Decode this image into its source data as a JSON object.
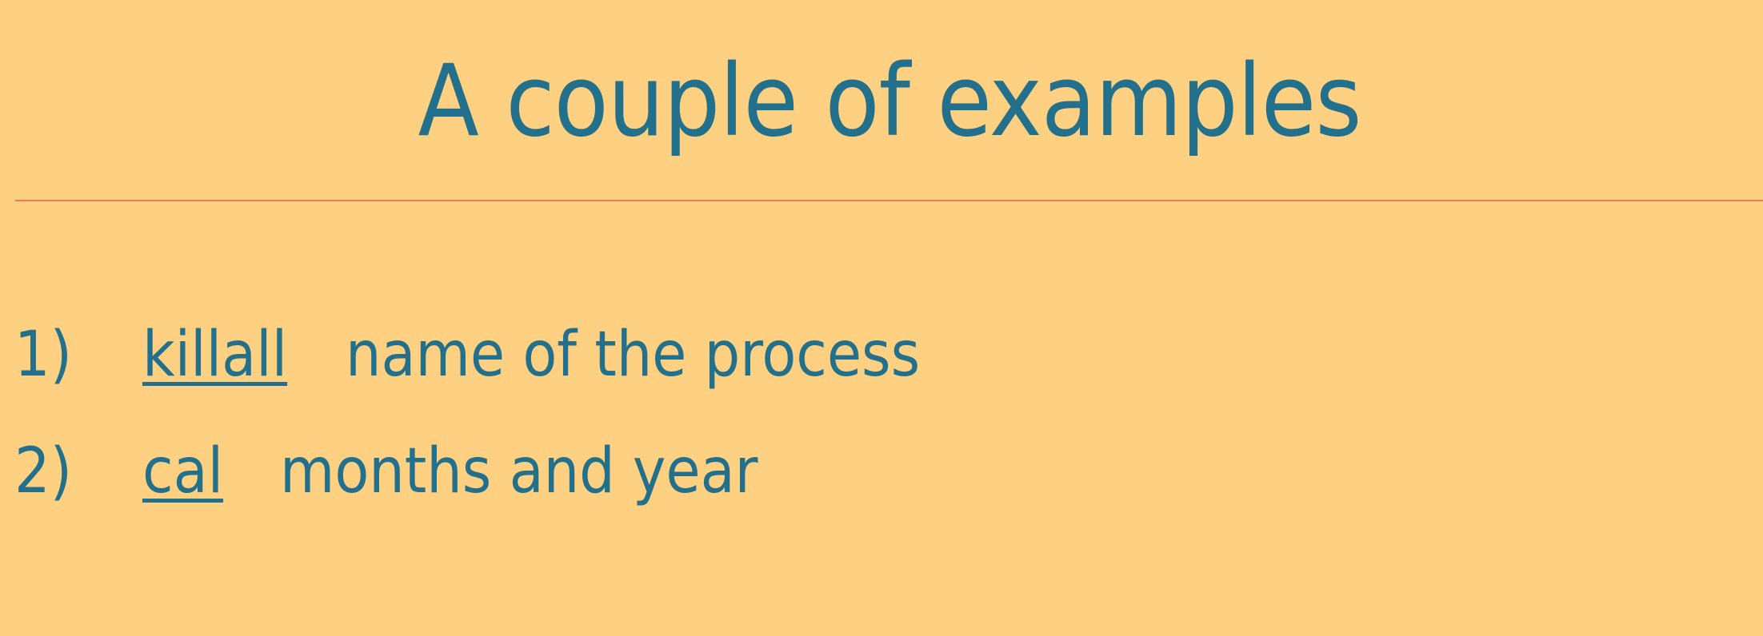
{
  "slide": {
    "title": "A couple of examples",
    "colors": {
      "background": "#fed182",
      "text": "#23708c",
      "divider": "#f07b59"
    },
    "items": [
      {
        "number": "1)",
        "command": "killall",
        "description": "name of the process"
      },
      {
        "number": "2)",
        "command": "cal",
        "description": "months and year"
      }
    ]
  }
}
